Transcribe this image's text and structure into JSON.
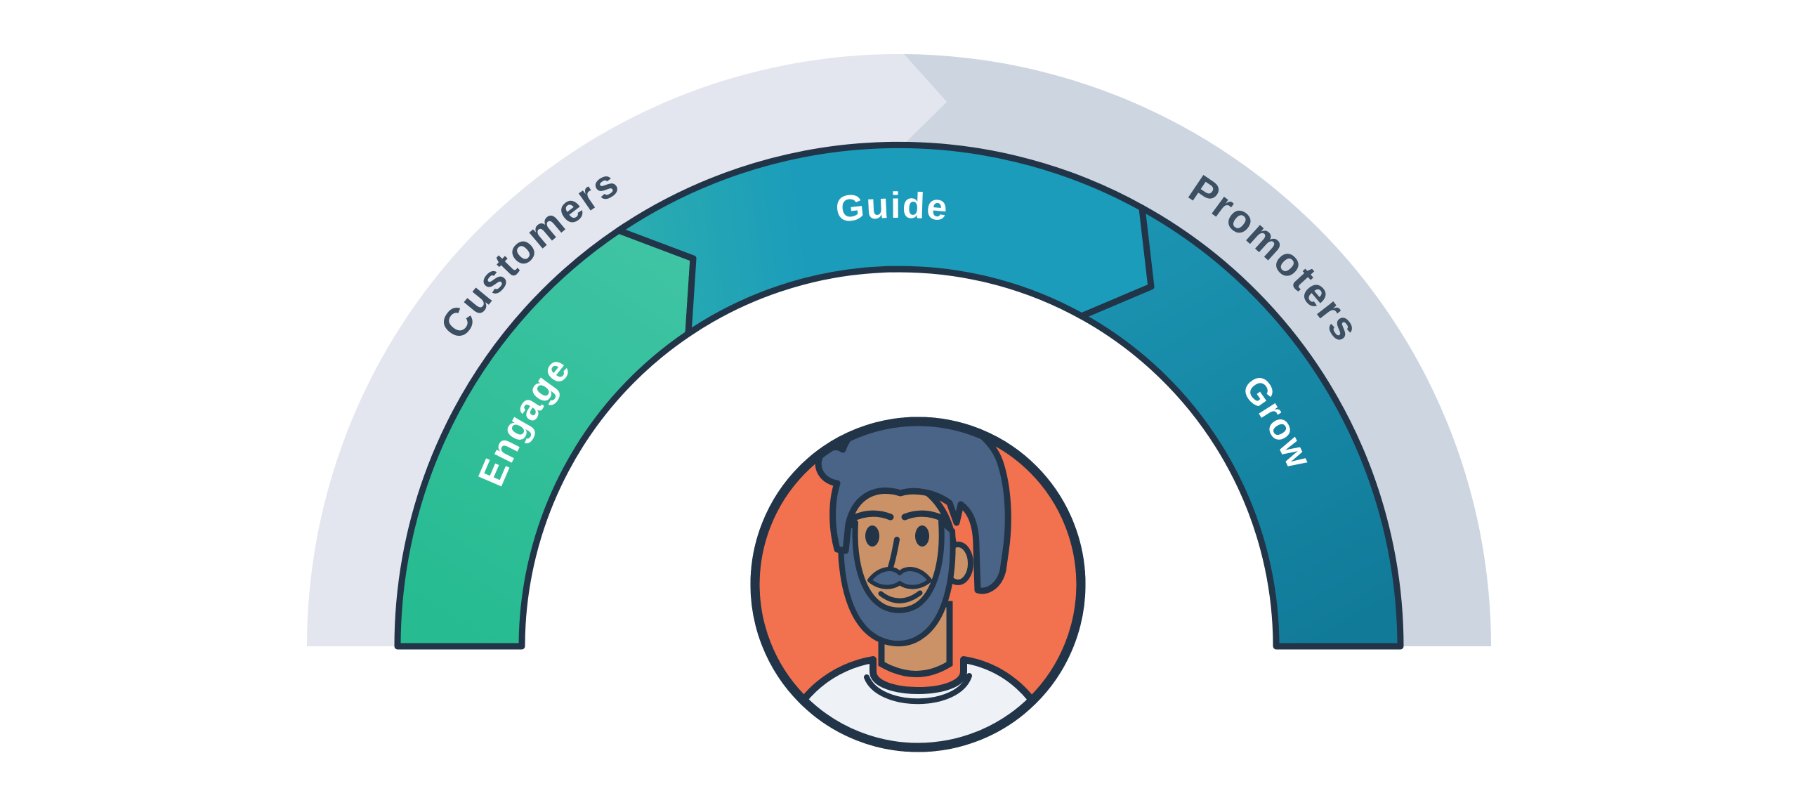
{
  "diagram": {
    "outer_arc": {
      "customers_label": "Customers",
      "promoters_label": "Promoters"
    },
    "inner_arc": {
      "engage_label": "Engage",
      "guide_label": "Guide",
      "grow_label": "Grow"
    },
    "center_icon": "bearded-man-avatar",
    "colors": {
      "background": "#ffffff",
      "customers_gray": "#e3e6ef",
      "promoters_gray": "#cdd5e1",
      "engage_green": "#26bb91",
      "engage_green_light": "#3fc4a4",
      "guide_teal": "#1b9cbb",
      "guide_teal_light": "#2badaf",
      "grow_teal": "#117a99",
      "grow_teal_light": "#1b94b1",
      "outline_navy": "#223448",
      "outer_text_navy": "#3c4f63",
      "inner_text_white": "#ffffff",
      "avatar_orange": "#f2714f",
      "avatar_skin": "#cc9267",
      "avatar_hair": "#4a6487",
      "avatar_shirt": "#eef2f7"
    }
  }
}
